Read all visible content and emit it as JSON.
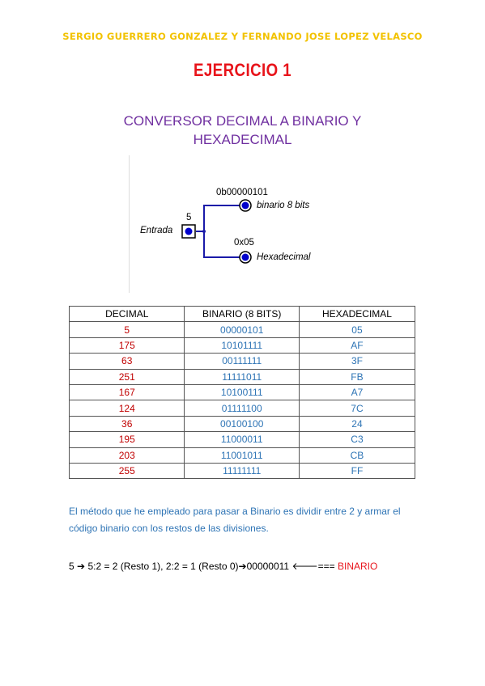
{
  "header": {
    "authors": "SERGIO GUERRERO GONZALEZ Y FERNANDO JOSE LOPEZ VELASCO",
    "title": "EJERCICIO 1",
    "subtitle_line1": "CONVERSOR DECIMAL A BINARIO Y",
    "subtitle_line2": "HEXADECIMAL"
  },
  "diagram": {
    "input_label": "Entrada",
    "input_value": "5",
    "output1_value": "0b00000101",
    "output1_label": "binario 8 bits",
    "output2_value": "0x05",
    "output2_label": "Hexadecimal",
    "wire_color": "#1a1aa8",
    "node_color": "#0000cc"
  },
  "table": {
    "headers": [
      "DECIMAL",
      "BINARIO (8 BITS)",
      "HEXADECIMAL"
    ],
    "rows": [
      [
        "5",
        "00000101",
        "05"
      ],
      [
        "175",
        "10101111",
        "AF"
      ],
      [
        "63",
        "00111111",
        "3F"
      ],
      [
        "251",
        "11111011",
        "FB"
      ],
      [
        "167",
        "10100111",
        "A7"
      ],
      [
        "124",
        "01111100",
        "7C"
      ],
      [
        "36",
        "00100100",
        "24"
      ],
      [
        "195",
        "11000011",
        "C3"
      ],
      [
        "203",
        "11001011",
        "CB"
      ],
      [
        "255",
        "11111111",
        "FF"
      ]
    ]
  },
  "explanation": "El método que he empleado para pasar a Binario es dividir entre 2 y armar el código binario con los restos de las divisiones.",
  "example": {
    "start": "5",
    "steps": "5:2 = 2 (Resto 1), 2:2 = 1 (Resto 0)",
    "result": "00000011",
    "arrow_tail": "===",
    "label": "BINARIO"
  },
  "colors": {
    "authors": "#f2c200",
    "title": "#e8141b",
    "subtitle": "#7030a0",
    "decimal": "#c00000",
    "binary_hex": "#2e74b5"
  }
}
